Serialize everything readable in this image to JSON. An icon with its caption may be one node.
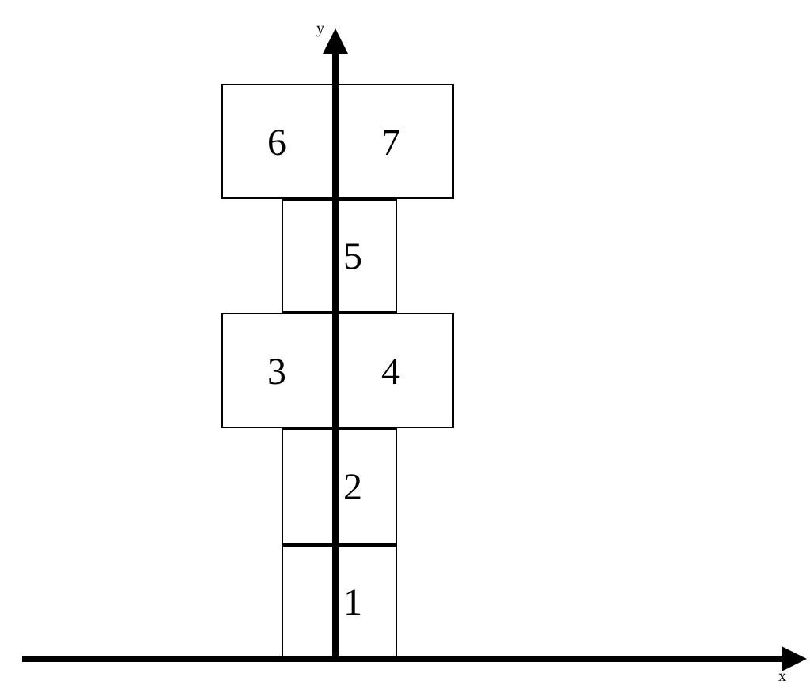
{
  "diagram": {
    "nodes": [
      {
        "text": [
          "6"
        ]
      },
      {
        "text": [
          "7"
        ]
      },
      {
        "text": [
          "5"
        ]
      },
      {
        "text": [
          "3"
        ]
      },
      {
        "text": [
          "4"
        ]
      },
      {
        "text": [
          "2"
        ]
      },
      {
        "text": [
          "1"
        ]
      }
    ],
    "labels": [
      "y",
      "x"
    ]
  }
}
